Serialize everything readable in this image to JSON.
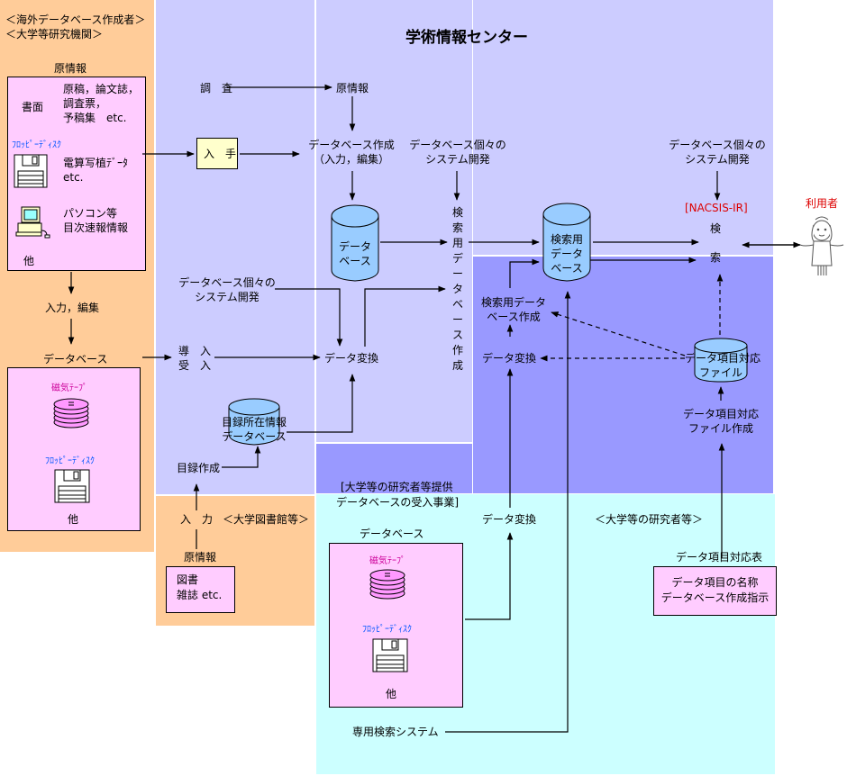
{
  "title": "学術情報センター",
  "colors": {
    "orange_panel": "#ffcc99",
    "lavender_panel": "#ccccff",
    "purple_panel": "#9999ff",
    "cyan_panel": "#ccffff",
    "pink_box": "#ffccff",
    "cylinder_blue": "#99ccff",
    "label_blue": "#0055ff",
    "label_magenta": "#cc0099",
    "accent_red": "#dd0000"
  },
  "left": {
    "header_line1": "＜海外データベース作成者＞",
    "header_line2": "＜大学等研究機関＞",
    "source_label": "原情報",
    "paper_label": "書面",
    "paper_items": [
      "原稿，論文誌，",
      "調査票，",
      "予稿集　etc."
    ],
    "floppy_label": "ﾌﾛｯﾋﾟｰﾃﾞｨｽｸ",
    "floppy_items": [
      "電算写植ﾃﾞｰﾀ",
      "etc."
    ],
    "pc_items": [
      "パソコン等",
      "目次速報情報"
    ],
    "other": "他",
    "input_edit": "入力，編集",
    "database_label": "データベース",
    "tape_label": "磁気ﾃｰﾌﾟ",
    "floppy_label2": "ﾌﾛｯﾋﾟｰﾃﾞｨｽｸ",
    "other2": "他"
  },
  "column2": {
    "survey": "調　査",
    "obtain": "入　手",
    "sysdev_line1": "データベース個々の",
    "sysdev_line2": "システム開発",
    "import_line1": "導　入",
    "import_line2": "受　入",
    "catalog_db_line1": "目録所在情報",
    "catalog_db_line2": "データベース",
    "catalog_make": "目録作成"
  },
  "library": {
    "input": "入　力",
    "org": "＜大学図書館等＞",
    "source_label": "原情報",
    "items": [
      "図書",
      "雑誌 etc."
    ]
  },
  "center": {
    "source": "原情報",
    "db_create_line1": "データベース作成",
    "db_create_line2": "（入力，編集）",
    "sysdev_line1": "データベース個々の",
    "sysdev_line2": "システム開発",
    "db_cyl_line1": "データ",
    "db_cyl_line2": "ベース",
    "search_db_vertical": [
      "検",
      "索",
      "用",
      "デ",
      "ー",
      "タ",
      "ベ",
      "ー",
      "ス",
      "作",
      "成"
    ],
    "data_convert": "データ変換"
  },
  "right": {
    "search_db_line1": "検索用",
    "search_db_line2": "データ",
    "search_db_line3": "ベース",
    "sysdev_line1": "データベース個々の",
    "sysdev_line2": "システム開発",
    "nacsis": "[NACSIS-IR]",
    "search_char1": "検",
    "search_char2": "索",
    "user": "利用者",
    "search_db_create_line1": "検索用データ",
    "search_db_create_line2": "ベース作成",
    "data_convert": "データ変換",
    "item_file_line1": "データ項目対応",
    "item_file_line2": "ファイル",
    "item_file_create_line1": "データ項目対応",
    "item_file_create_line2": "ファイル作成"
  },
  "researcher": {
    "program_line1": "[大学等の研究者等提供",
    "program_line2": "データベースの受入事業]",
    "data_convert": "データ変換",
    "org": "＜大学等の研究者等＞",
    "database_label": "データベース",
    "tape_label": "磁気ﾃｰﾌﾟ",
    "floppy_label": "ﾌﾛｯﾋﾟｰﾃﾞｨｽｸ",
    "other": "他",
    "mapping_table": "データ項目対応表",
    "mapping_items": [
      "データ項目の名称",
      "データベース作成指示"
    ],
    "dedicated_search": "専用検索システム"
  }
}
